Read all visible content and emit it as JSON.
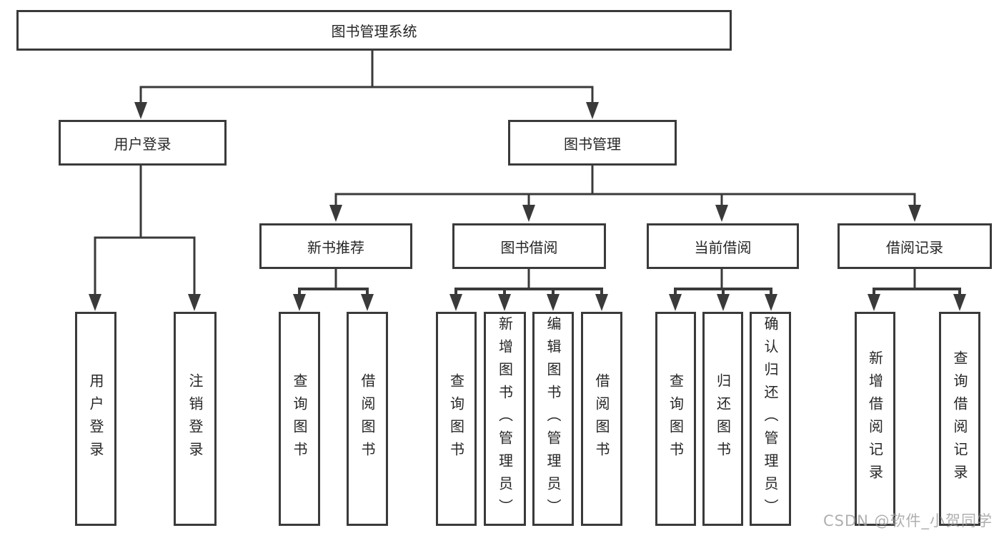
{
  "diagram": {
    "root": "图书管理系统",
    "level2": {
      "user_login": "用户登录",
      "book_mgmt": "图书管理"
    },
    "level3": {
      "new_books": "新书推荐",
      "book_borrow": "图书借阅",
      "current_borrow": "当前借阅",
      "borrow_records": "借阅记录"
    },
    "leaves": {
      "user_login": [
        "用户登录",
        "注销登录"
      ],
      "new_books": [
        "查询图书",
        "借阅图书"
      ],
      "book_borrow": [
        "查询图书",
        "新增图书（管理员）",
        "编辑图书（管理员）",
        "借阅图书"
      ],
      "current_borrow": [
        "查询图书",
        "归还图书",
        "确认归还（管理员）"
      ],
      "borrow_records": [
        "新增借阅记录",
        "查询借阅记录"
      ]
    },
    "watermark": "CSDN @软件_小贺同学"
  },
  "colors": {
    "line": "#3a3a3a",
    "text": "#262626",
    "background": "#ffffff",
    "watermark": "#9c9c9c"
  }
}
